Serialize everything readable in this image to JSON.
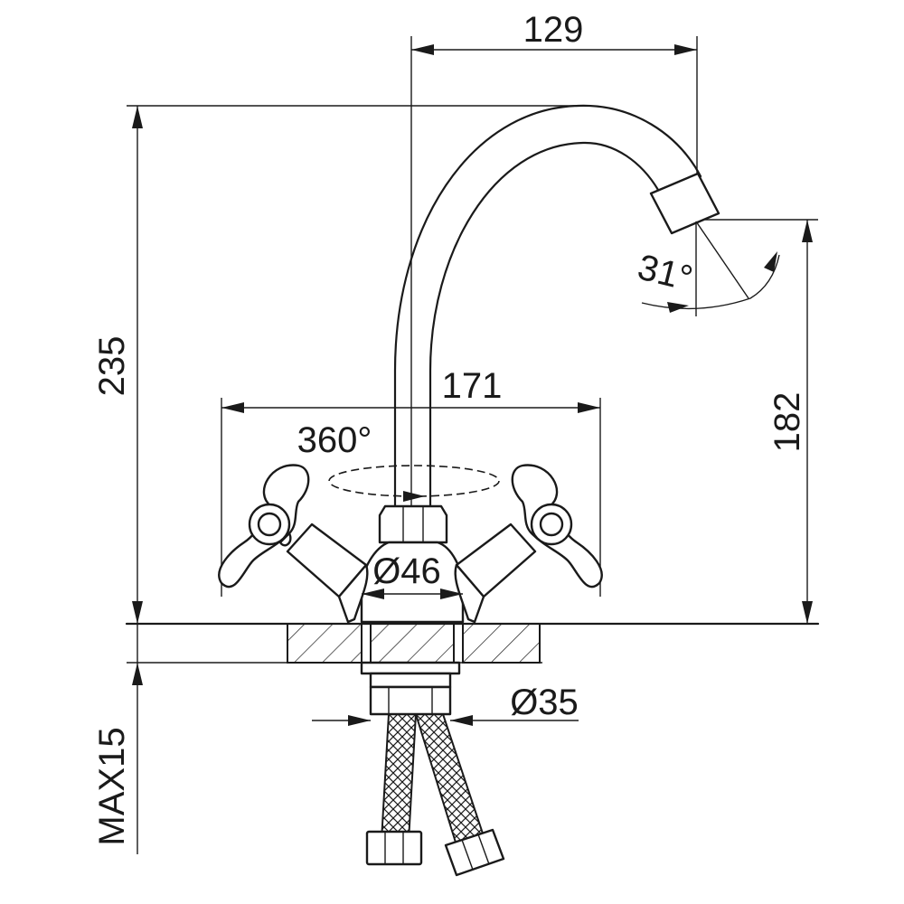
{
  "dimensions": {
    "spout_reach": "129",
    "total_height": "235",
    "spout_height": "182",
    "handle_span": "171",
    "rotation": "360°",
    "spout_angle": "31°",
    "base_diameter": "Ø46",
    "shank_diameter": "Ø35",
    "max_counter_thickness": "MAX15"
  },
  "colors": {
    "line": "#1a1a1a",
    "background": "#ffffff"
  }
}
